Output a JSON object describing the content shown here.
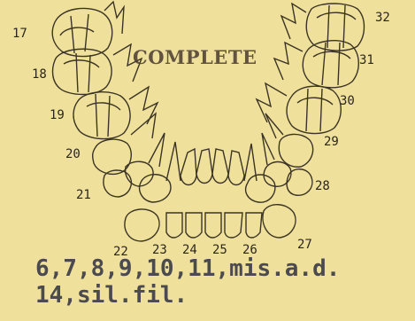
{
  "title": "COMPLETE",
  "tooth_numbers": {
    "t17": "17",
    "t18": "18",
    "t19": "19",
    "t20": "20",
    "t21": "21",
    "t22": "22",
    "t23": "23",
    "t24": "24",
    "t25": "25",
    "t26": "26",
    "t27": "27",
    "t28": "28",
    "t29": "29",
    "t30": "30",
    "t31": "31",
    "t32": "32"
  },
  "notes": {
    "line1": "6,7,8,9,10,11,mis.a.d.",
    "line2": "14,sil.fil."
  },
  "colors": {
    "paper": "#efe19c",
    "ink": "#3b3424"
  }
}
